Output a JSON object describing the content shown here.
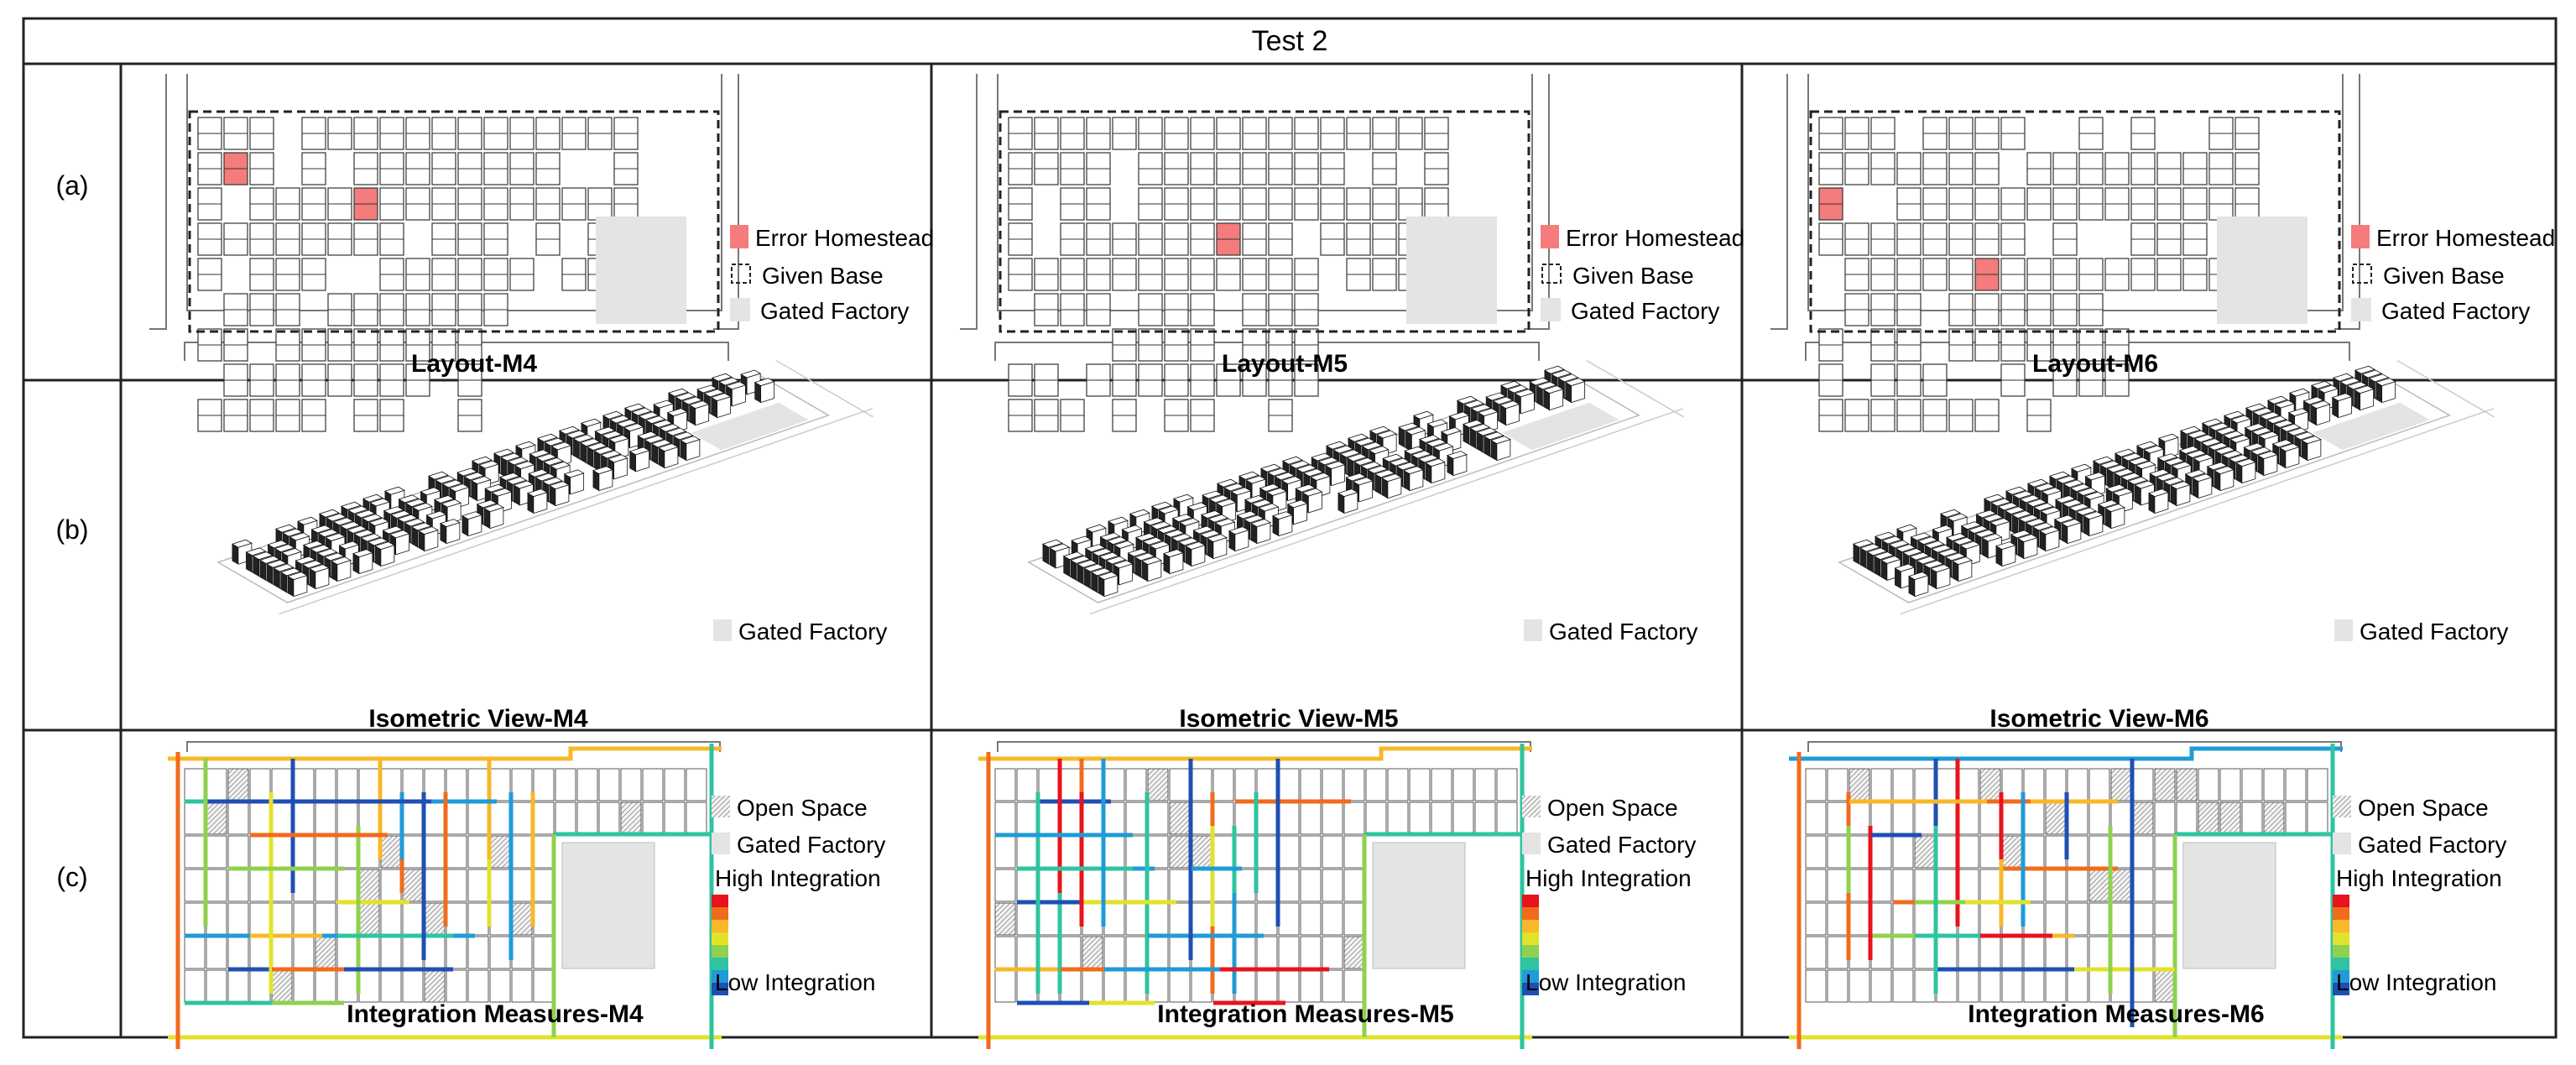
{
  "title": "Test 2",
  "rows": [
    {
      "label": "(a)",
      "captions": [
        "Layout-M4",
        "Layout-M5",
        "Layout-M6"
      ]
    },
    {
      "label": "(b)",
      "captions": [
        "Isometric View-M4",
        "Isometric View-M5",
        "Isometric View-M6"
      ]
    },
    {
      "label": "(c)",
      "captions": [
        "Integration Measures-M4",
        "Integration Measures-M5",
        "Integration Measures-M6"
      ]
    }
  ],
  "legend_a": {
    "error": "Error Homestead",
    "base": "Given Base",
    "factory": "Gated Factory"
  },
  "legend_b": {
    "factory": "Gated Factory"
  },
  "legend_c": {
    "open": "Open Space",
    "factory": "Gated Factory",
    "high": "High Integration",
    "low": "Low Integration"
  },
  "colors": {
    "error": "#f47c7c",
    "factory": "#e4e4e4",
    "border": "#222222",
    "ramp": [
      "#e8141b",
      "#f26b1d",
      "#f7b82a",
      "#e2e22a",
      "#8fd14f",
      "#2ec4a0",
      "#1f9bd8",
      "#1f4fb5"
    ]
  },
  "icons": {
    "error": "error-swatch",
    "base": "dashed-square",
    "factory": "gray-swatch",
    "open": "hatched-swatch",
    "ramp": "integration-ramp"
  }
}
